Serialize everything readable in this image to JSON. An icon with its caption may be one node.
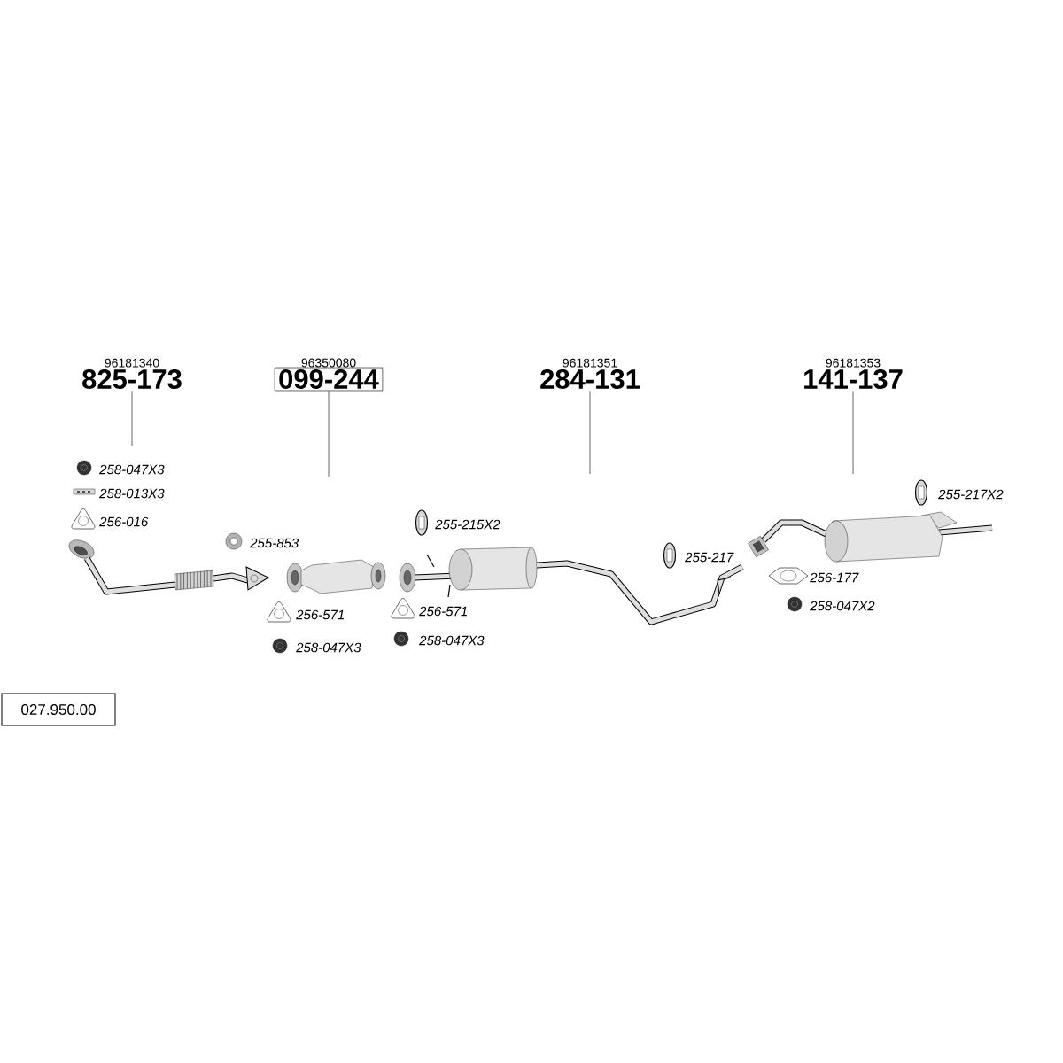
{
  "diagram": {
    "nodes": [
      {
        "text": [
          "96181340",
          "825-173"
        ]
      },
      {
        "text": [
          "96350080",
          "099-244"
        ]
      },
      {
        "text": [
          "96181351",
          "284-131"
        ]
      },
      {
        "text": [
          "96181353",
          "141-137"
        ]
      },
      {
        "text": [],
        "shape": "picture"
      },
      {
        "text": [],
        "shape": "picture"
      },
      {
        "text": [],
        "shape": "picture"
      },
      {
        "text": [],
        "shape": "picture"
      },
      {
        "text": [
          "027.950.00"
        ]
      }
    ],
    "edges": [
      {
        "from": 0,
        "to": null,
        "arrow": "none"
      },
      {
        "from": 1,
        "to": null,
        "arrow": "none"
      },
      {
        "from": 2,
        "to": null,
        "arrow": "none"
      },
      {
        "from": 3,
        "to": null,
        "arrow": "none"
      }
    ],
    "labels": [
      "258-047X3",
      "258-013X3",
      "256-016",
      "255-853",
      "256-571",
      "258-047X3",
      "256-571",
      "258-047X3",
      "255-215X2",
      "255-217",
      "255-217X2",
      "256-177",
      "258-047X2"
    ]
  }
}
